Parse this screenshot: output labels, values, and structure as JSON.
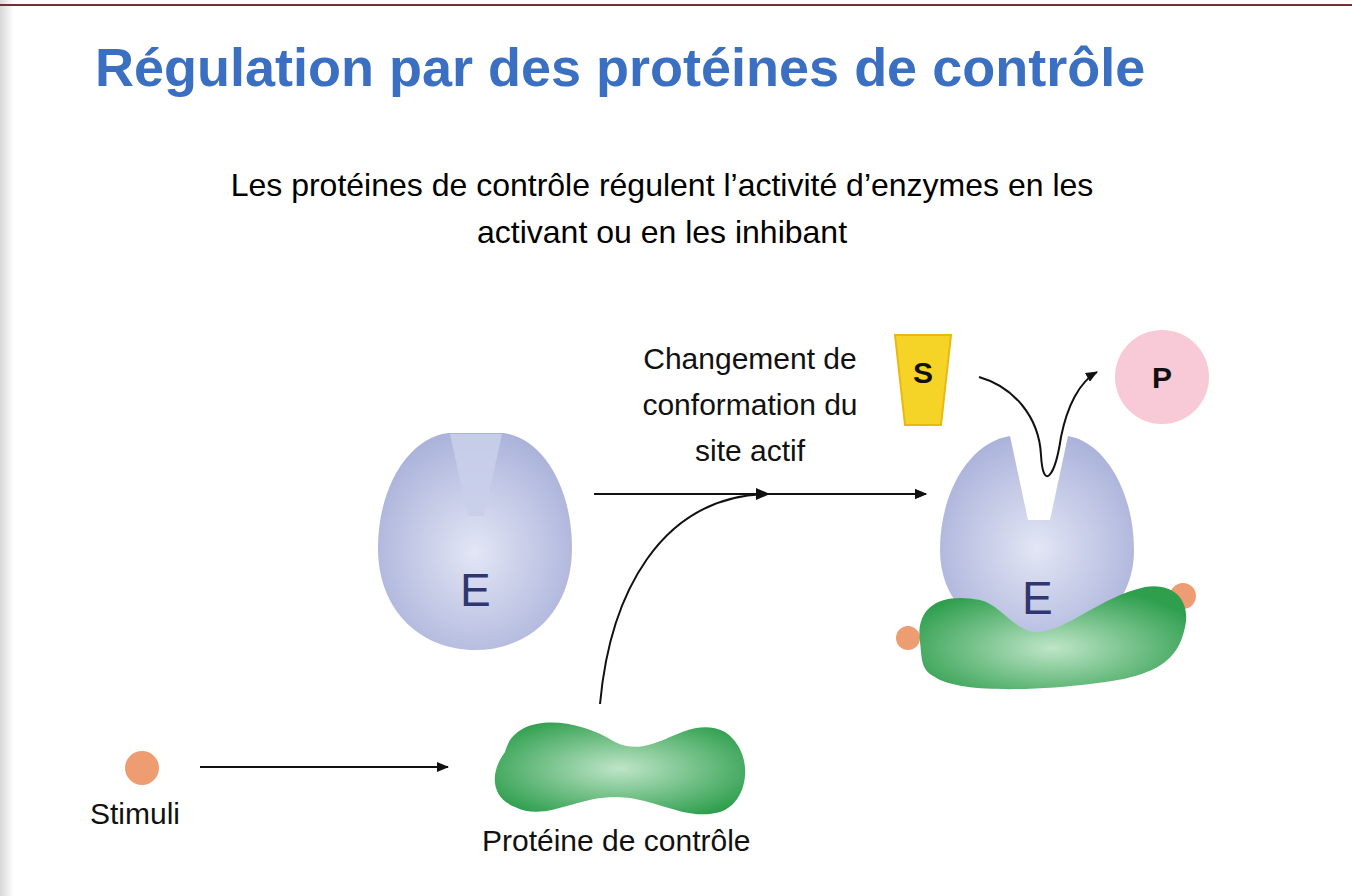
{
  "diagram": {
    "title": "Régulation par des protéines de contrôle",
    "nodes": [
      {
        "text": [
          "E"
        ]
      },
      {
        "text": [
          "S"
        ]
      },
      {
        "text": [
          "P"
        ]
      },
      {
        "text": [
          "E"
        ]
      },
      {
        "text": [
          "Stimuli"
        ]
      },
      {
        "text": [
          "Protéine de contrôle"
        ]
      }
    ],
    "edges": [
      {
        "from": 0,
        "to": 3,
        "arrow": "to",
        "label": "Changement de conformation du site actif"
      },
      {
        "from": 5,
        "to": 3,
        "arrow": "to"
      },
      {
        "from": 4,
        "to": 5,
        "arrow": "to"
      },
      {
        "from": 1,
        "to": 2,
        "arrow": "to"
      }
    ],
    "labels": [
      "Les protéines de contrôle régulent l’activité d’enzymes en les activant ou en les inhibant"
    ]
  }
}
